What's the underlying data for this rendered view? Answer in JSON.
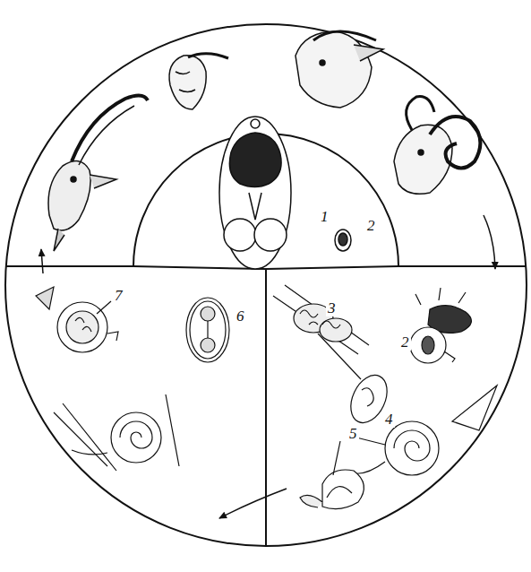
{
  "diagram": {
    "labels": [
      "1",
      "2",
      "7",
      "6",
      "3",
      "2",
      "4",
      "5"
    ]
  }
}
